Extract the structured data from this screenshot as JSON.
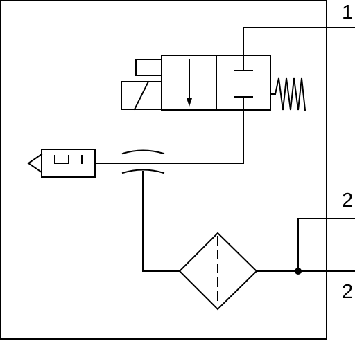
{
  "diagram": {
    "title": "",
    "ports": {
      "port_1_label": "1",
      "port_2_upper_label": "2",
      "port_2_lower_label": "2"
    },
    "components": [
      "boundary-box",
      "solenoid-valve",
      "return-spring",
      "silencer",
      "flow-restrictor",
      "filter",
      "junction-dot"
    ],
    "colors": {
      "line": "#000000",
      "background": "#ffffff"
    }
  }
}
